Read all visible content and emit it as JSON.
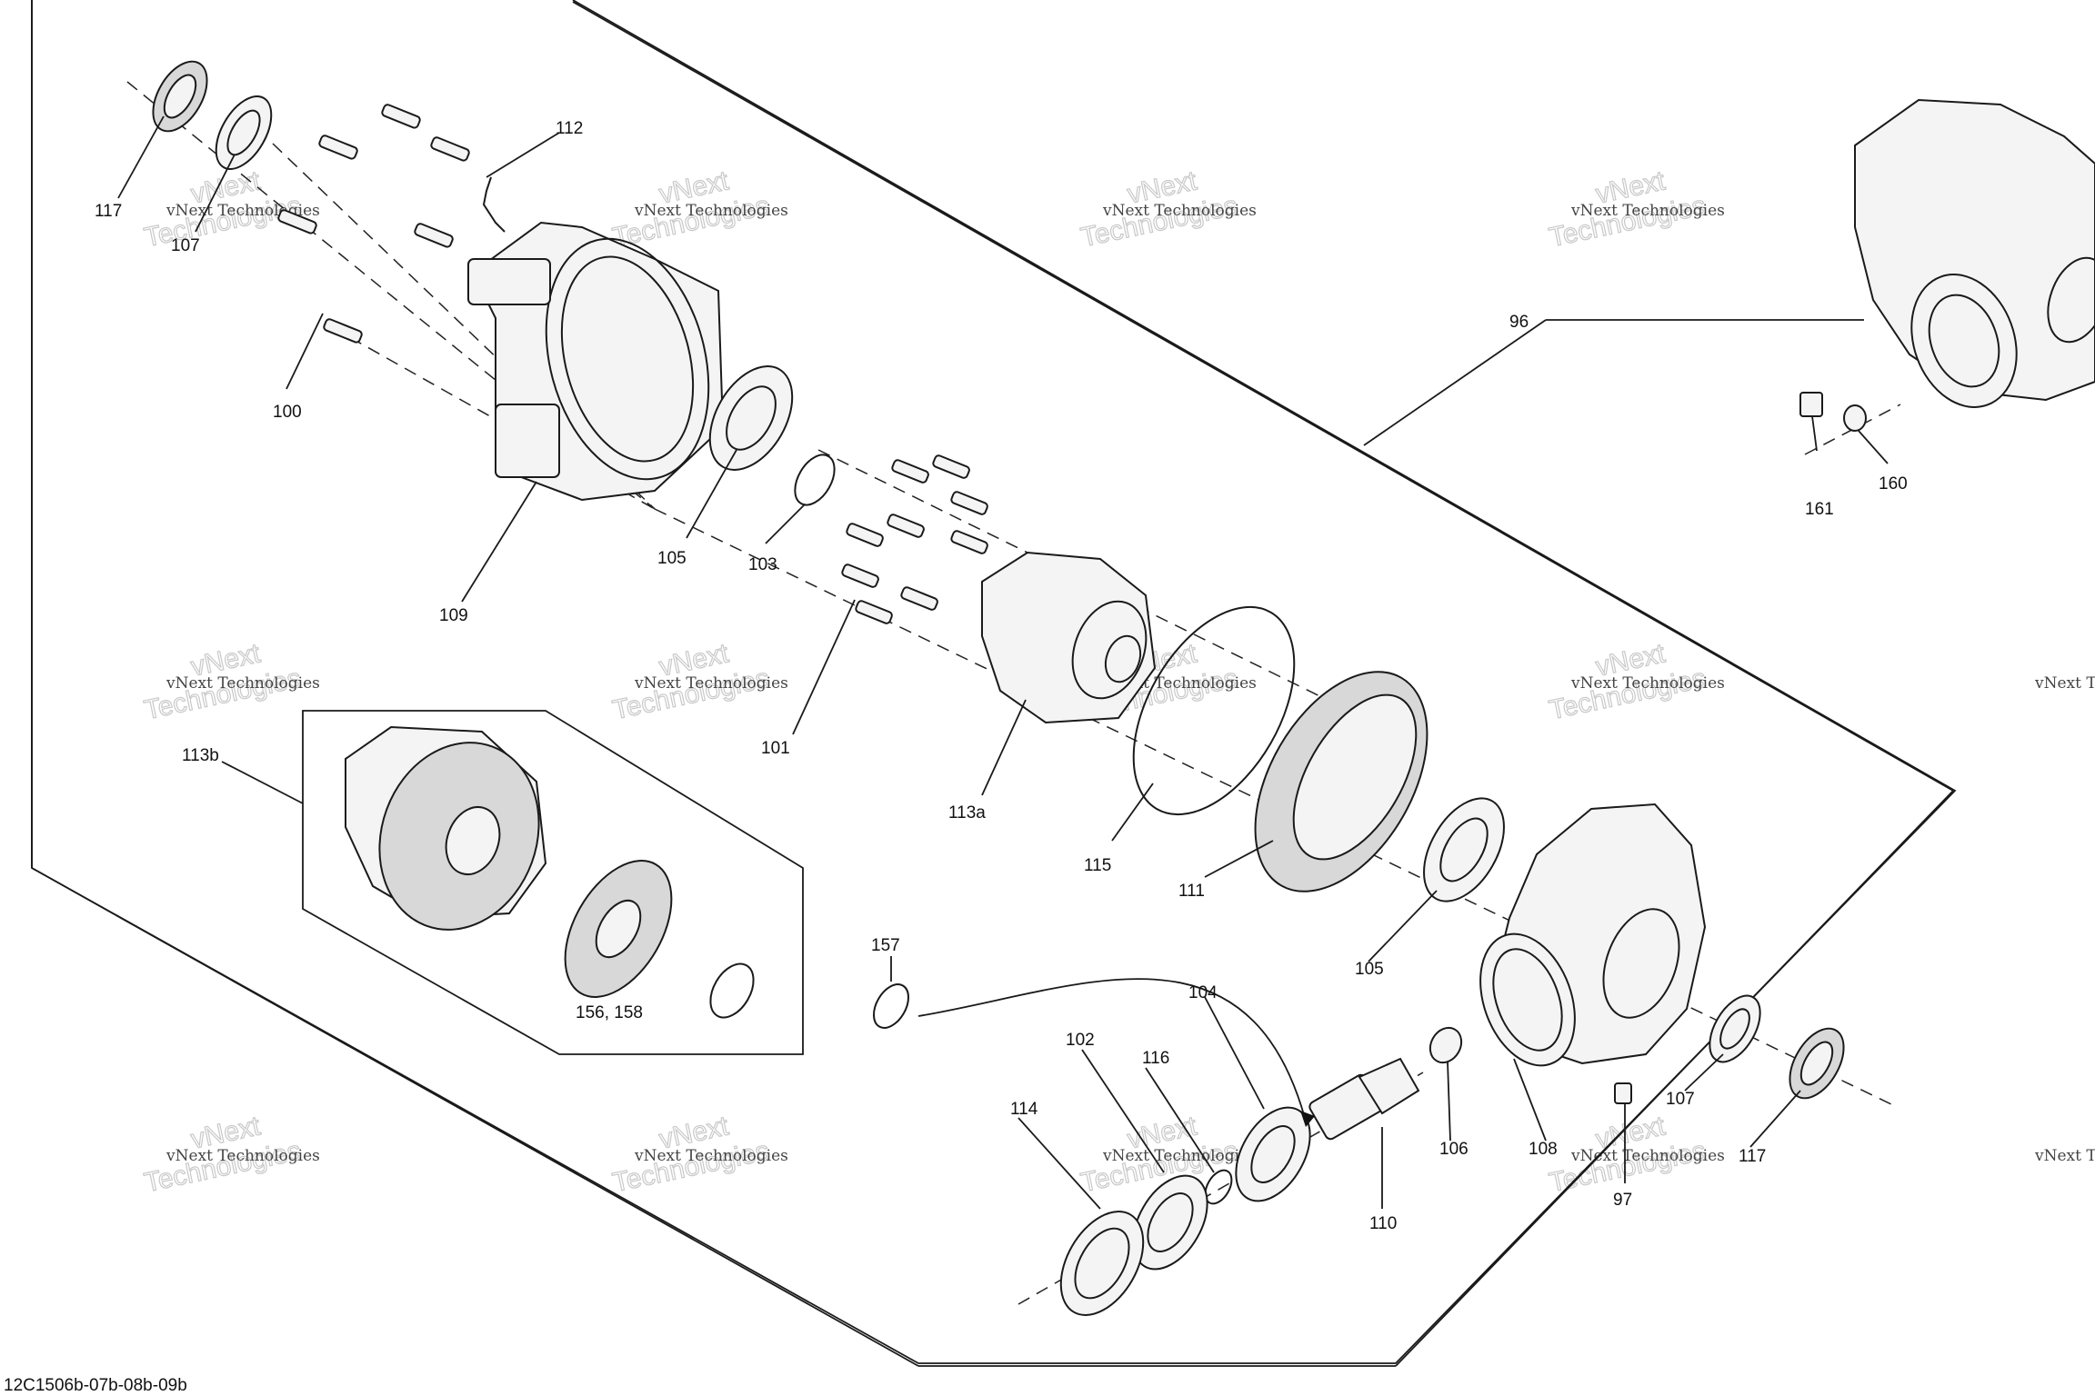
{
  "callouts": [
    "117",
    "107",
    "112",
    "100",
    "109",
    "105",
    "103",
    "101",
    "113a",
    "113b",
    "115",
    "111",
    "96",
    "161",
    "160",
    "157",
    "156, 158",
    "104",
    "102",
    "116",
    "114",
    "110",
    "106",
    "108",
    "105",
    "107",
    "117",
    "97"
  ],
  "watermark": {
    "line1": "vNext Technologies",
    "line2": "Technologies",
    "line3": "vNext"
  },
  "figure_ref": "12C1506b-07b-08b-09b"
}
